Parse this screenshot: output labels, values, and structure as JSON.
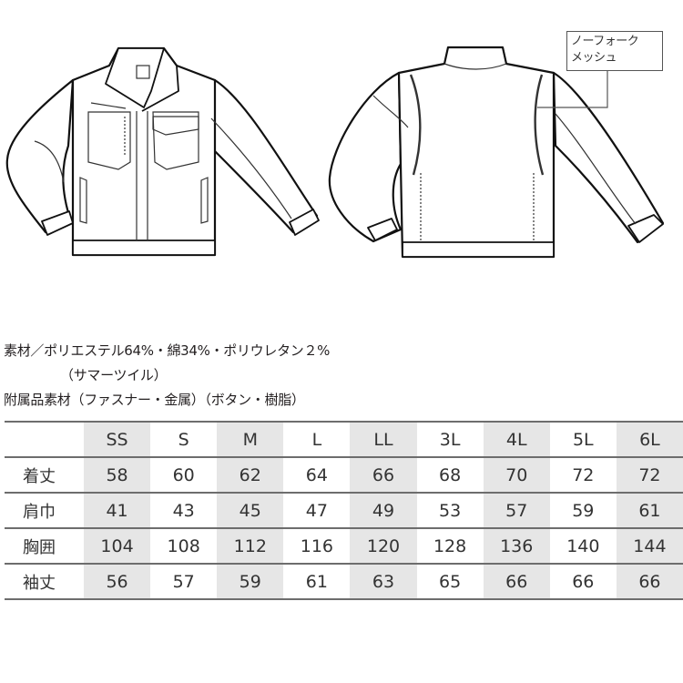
{
  "illustration": {
    "front_view": "jacket-front-drawing",
    "back_view": "jacket-back-drawing",
    "callout": {
      "line1": "ノーフォーク",
      "line2": "メッシュ"
    }
  },
  "material": {
    "line1": "素材／ポリエステル64%・綿34%・ポリウレタン２%",
    "line2": "（サマーツイル）",
    "line3": "附属品素材（ファスナー・金属）（ボタン・樹脂）"
  },
  "size_table": {
    "columns": [
      "SS",
      "S",
      "M",
      "L",
      "LL",
      "3L",
      "4L",
      "5L",
      "6L"
    ],
    "shaded_columns": [
      0,
      2,
      4,
      6,
      8
    ],
    "rows": [
      {
        "label": "着丈",
        "values": [
          "58",
          "60",
          "62",
          "64",
          "66",
          "68",
          "70",
          "72",
          "72"
        ]
      },
      {
        "label": "肩巾",
        "values": [
          "41",
          "43",
          "45",
          "47",
          "49",
          "53",
          "57",
          "59",
          "61"
        ]
      },
      {
        "label": "胸囲",
        "values": [
          "104",
          "108",
          "112",
          "116",
          "120",
          "128",
          "136",
          "140",
          "144"
        ]
      },
      {
        "label": "袖丈",
        "values": [
          "56",
          "57",
          "59",
          "61",
          "63",
          "65",
          "66",
          "66",
          "66"
        ]
      }
    ]
  },
  "colors": {
    "shade": "#e6e6e6",
    "rule": "#6d6d6d",
    "text": "#231f20"
  }
}
